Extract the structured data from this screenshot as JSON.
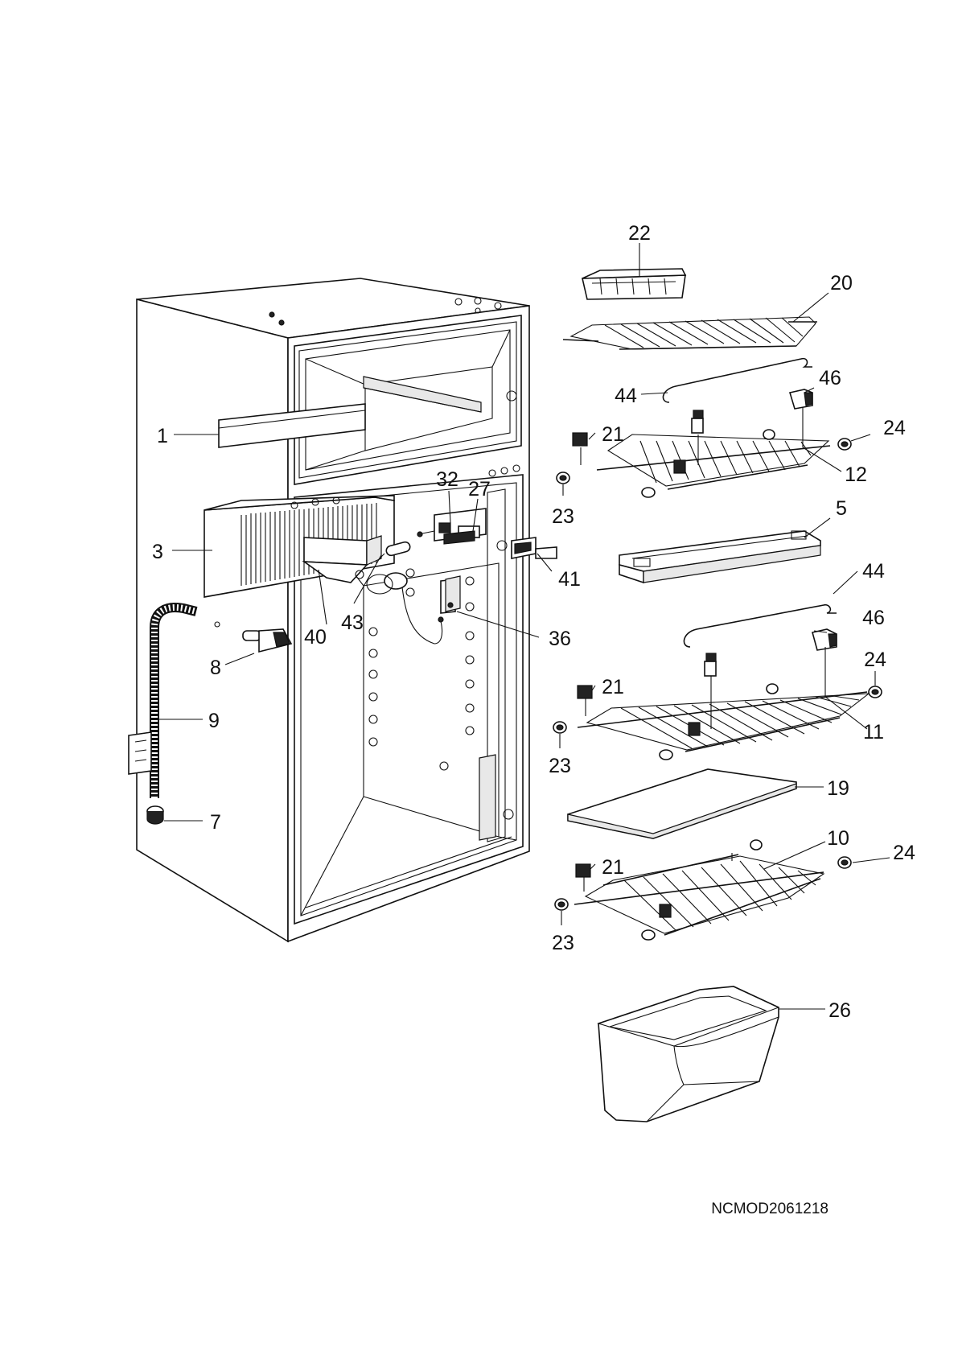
{
  "diagram_code": "NCMOD2061218",
  "part_labels": {
    "p1": "1",
    "p3": "3",
    "p5": "5",
    "p7": "7",
    "p8": "8",
    "p9": "9",
    "p10": "10",
    "p11": "11",
    "p12": "12",
    "p19": "19",
    "p20": "20",
    "p22": "22",
    "p21a": "21",
    "p21b": "21",
    "p21c": "21",
    "p23a": "23",
    "p23b": "23",
    "p23c": "23",
    "p24a": "24",
    "p24b": "24",
    "p24c": "24",
    "p26": "26",
    "p27": "27",
    "p32": "32",
    "p36": "36",
    "p40": "40",
    "p41": "41",
    "p43": "43",
    "p44a": "44",
    "p44b": "44",
    "p46a": "46",
    "p46b": "46"
  }
}
